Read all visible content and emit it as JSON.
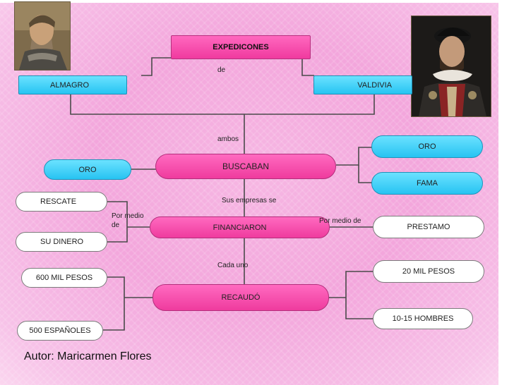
{
  "nodes": {
    "expediciones": "EXPEDICONES",
    "almagro": "ALMAGRO",
    "valdivia": "VALDIVIA",
    "buscaban": "BUSCABAN",
    "oro_left": "ORO",
    "oro_right": "ORO",
    "fama": "FAMA",
    "financiaron": "FINANCIARON",
    "rescate": "RESCATE",
    "su_dinero": "SU DINERO",
    "prestamo": "PRESTAMO",
    "recaudo": "RECAUDÓ",
    "mil_pesos_600": "600 MIL PESOS",
    "espanoles_500": "500 ESPAÑOLES",
    "mil_pesos_20": "20 MIL PESOS",
    "hombres": "10-15 HOMBRES"
  },
  "connectors": {
    "de": "de",
    "ambos": "ambos",
    "sus_empresas": "Sus empresas se",
    "por_medio_left_1": "Por medio",
    "por_medio_left_2": "de",
    "por_medio_right": "Por medio de",
    "cada_uno": "Cada uno"
  },
  "author": "Autor: Maricarmen Flores",
  "portraits": {
    "left": "portrait-almagro",
    "right": "portrait-valdivia"
  },
  "colors": {
    "pink": "#f03a9f",
    "cyan": "#26c4f2",
    "background": "#f3a6dc"
  }
}
